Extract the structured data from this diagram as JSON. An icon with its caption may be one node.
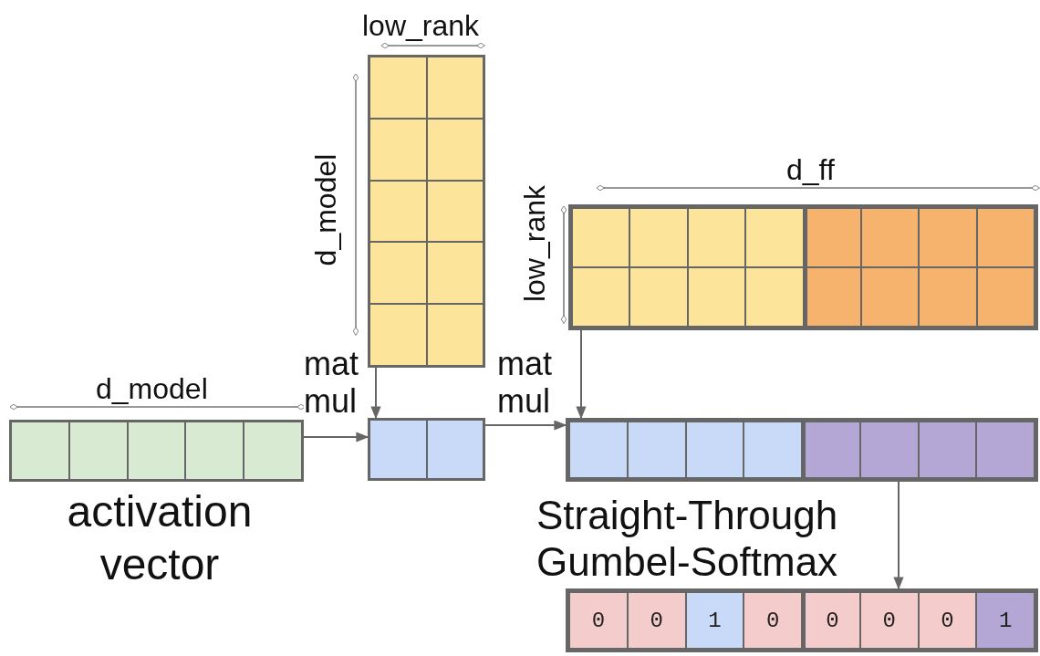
{
  "diagram": {
    "nodes": [
      {
        "text": [
          "activation vector"
        ]
      },
      {
        "text": [],
        "shape": "box"
      },
      {
        "text": [],
        "shape": "box"
      },
      {
        "text": [],
        "shape": "box"
      },
      {
        "text": [],
        "shape": "box"
      },
      {
        "text": [
          "0",
          "0",
          "1",
          "0",
          "0",
          "0",
          "0",
          "1"
        ]
      }
    ],
    "edges": [
      {
        "from": 0,
        "to": 2,
        "arrow": "to"
      },
      {
        "from": 1,
        "to": 2,
        "arrow": "to",
        "label": "mat mul"
      },
      {
        "from": 2,
        "to": 4,
        "arrow": "to",
        "label": "mat mul"
      },
      {
        "from": 3,
        "to": 4,
        "arrow": "to"
      },
      {
        "from": 4,
        "to": 5,
        "arrow": "to",
        "label": "Straight-Through Gumbel-Softmax"
      }
    ],
    "labels": [
      "low_rank",
      "d_model",
      "d_ff",
      "low_rank",
      "d_model"
    ]
  }
}
